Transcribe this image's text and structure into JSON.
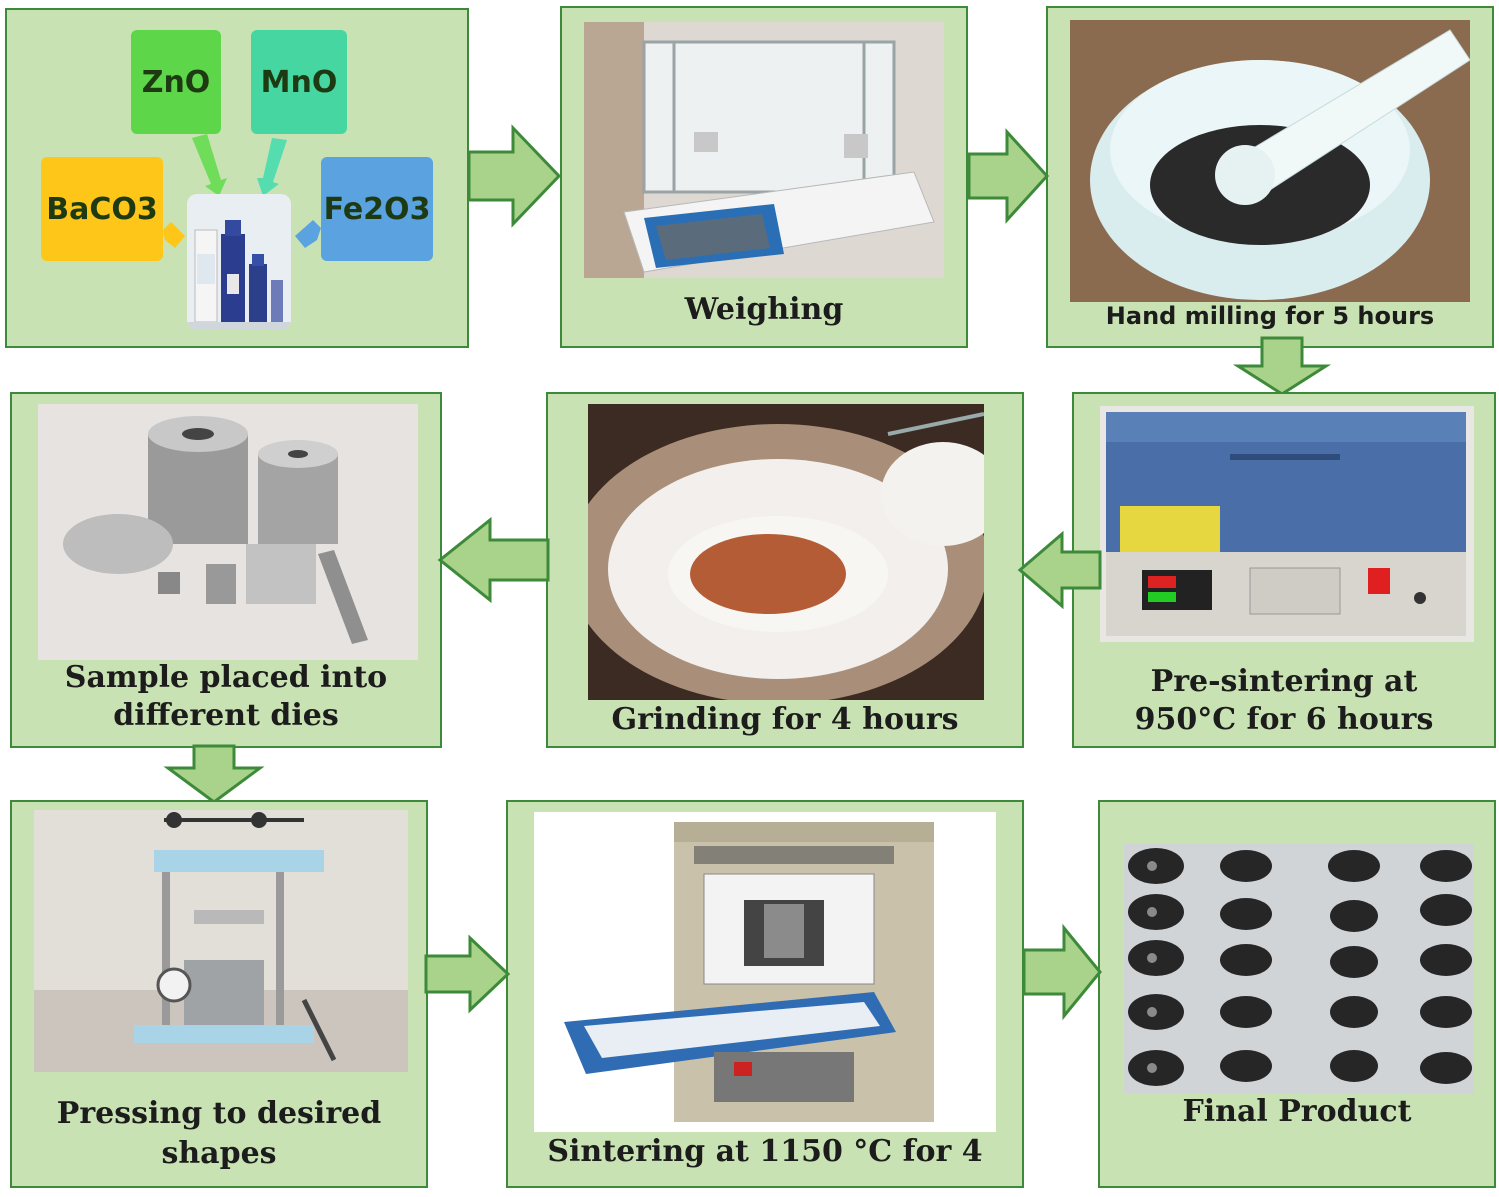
{
  "colors": {
    "box_fill": "#c9e2b3",
    "box_border": "#3d8a3a",
    "arrow_fill": "#a9d38a",
    "arrow_stroke": "#3d8a3a",
    "zno": "#5dd64a",
    "mno": "#46d6a2",
    "baco3": "#ffc61a",
    "fe2o3": "#5aa3e0"
  },
  "raw_materials": {
    "zno": "ZnO",
    "mno": "MnO",
    "baco3": "BaCO3",
    "fe2o3": "Fe2O3"
  },
  "steps": {
    "weighing": "Weighing",
    "hand_milling": "Hand milling for 5 hours",
    "pre_sintering_line1": "Pre-sintering at",
    "pre_sintering_line2": "950°C for 6 hours",
    "grinding": "Grinding for 4 hours",
    "sample_dies_line1": "Sample placed into",
    "sample_dies_line2": "different dies",
    "pressing_line1": "Pressing to desired",
    "pressing_line2": "shapes",
    "sintering": "Sintering at 1150 °C for 4",
    "final_product": "Final Product"
  },
  "icons": [
    "chemical-bottles-photo",
    "analytical-balance-photo",
    "mortar-pestle-photo",
    "muffle-furnace-photo",
    "plate-with-powder-photo",
    "metal-dies-photo",
    "hydraulic-press-photo",
    "box-furnace-photo",
    "ferrite-pellets-photo"
  ]
}
